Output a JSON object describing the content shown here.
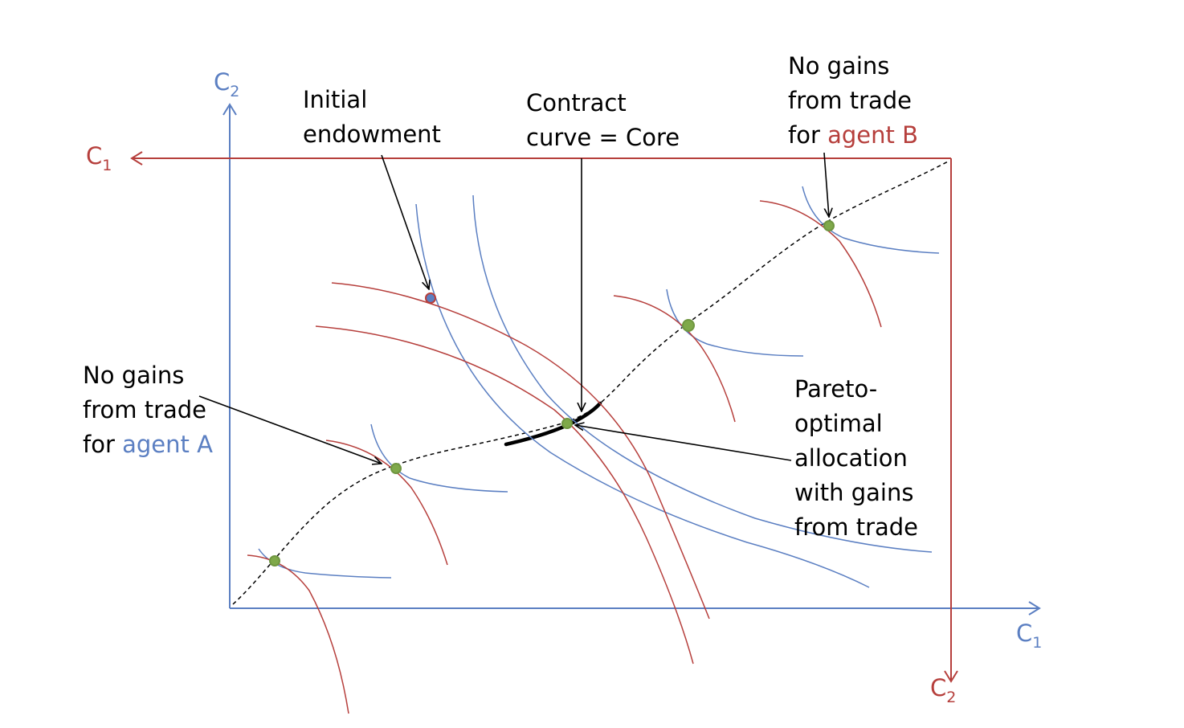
{
  "colors": {
    "agent_a": "#5b7fc2",
    "agent_b": "#b63f3c",
    "allocation_point": "#7fa94a",
    "endowment_point": "#5b7fc2",
    "annotation": "#000000"
  },
  "axes": {
    "agent_a_x": {
      "letter": "C",
      "sub": "1"
    },
    "agent_a_y": {
      "letter": "C",
      "sub": "2"
    },
    "agent_b_x": {
      "letter": "C",
      "sub": "1"
    },
    "agent_b_y": {
      "letter": "C",
      "sub": "2"
    }
  },
  "labels": {
    "initial_endowment": [
      "Initial",
      "endowment"
    ],
    "contract_curve": [
      "Contract",
      "curve = Core"
    ],
    "no_gains_b": {
      "line1": "No gains",
      "line2": "from trade",
      "line3_prefix": "for ",
      "agent": "agent B"
    },
    "no_gains_a": {
      "line1": "No gains",
      "line2": "from trade",
      "line3_prefix": "for ",
      "agent": "agent A"
    },
    "pareto": [
      "Pareto-",
      "optimal",
      "allocation",
      "with gains",
      "from trade"
    ]
  }
}
